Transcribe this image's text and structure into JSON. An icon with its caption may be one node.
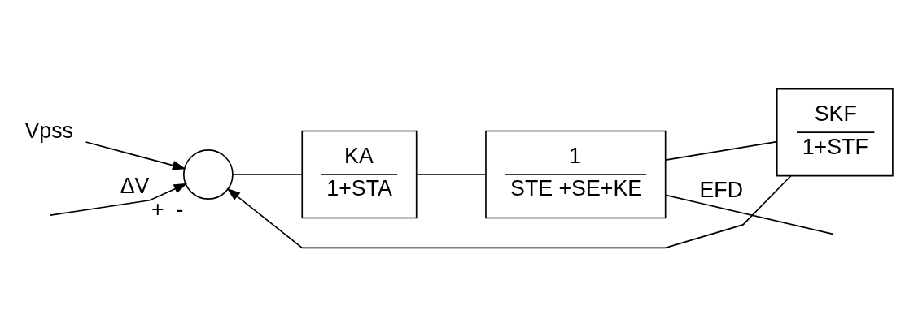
{
  "diagram": {
    "nodes": [
      {
        "text": [],
        "shape": "circle",
        "beside": [
          "+",
          "-"
        ]
      },
      {
        "text": [
          "Vpss"
        ]
      },
      {
        "text": [
          "KA",
          "1+STA"
        ]
      },
      {
        "text": [
          "1",
          "STE +SE+KE"
        ]
      },
      {
        "text": [
          "SKF",
          "1+STF"
        ]
      }
    ],
    "edges": [
      {
        "from": null,
        "to": 0,
        "arrow": "to",
        "label": "ΔV"
      },
      {
        "from": 1,
        "to": 0,
        "arrow": "to"
      },
      {
        "from": 0,
        "to": 2,
        "arrow": "none"
      },
      {
        "from": 2,
        "to": 3,
        "arrow": "none"
      },
      {
        "from": 3,
        "to": null,
        "arrow": "none",
        "label": "EFD"
      },
      {
        "from": 3,
        "to": 4,
        "arrow": "none"
      },
      {
        "from": 4,
        "to": 0,
        "arrow": "to"
      }
    ]
  }
}
